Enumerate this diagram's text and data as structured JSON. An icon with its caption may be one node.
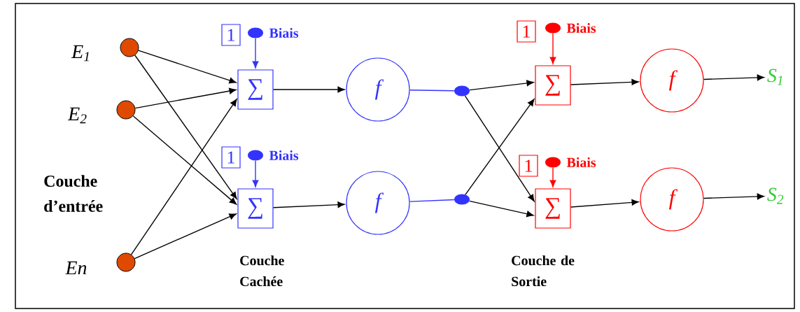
{
  "diagram": {
    "nodes": [
      {
        "text": [],
        "shape": "circle",
        "beside": [
          "E$_{1}$"
        ]
      },
      {
        "text": [
          "1"
        ]
      },
      {
        "text": [],
        "shape": "dot",
        "beside": [
          "Biais"
        ]
      },
      {
        "text": [
          "∑"
        ]
      },
      {
        "text": [
          "f"
        ]
      },
      {
        "text": [],
        "shape": "dot"
      },
      {
        "text": [
          "1"
        ]
      },
      {
        "text": [],
        "shape": "dot",
        "beside": [
          "Biais"
        ]
      },
      {
        "text": [
          "∑"
        ]
      },
      {
        "text": [
          "f"
        ]
      },
      {
        "text": [
          "S$_{1}$"
        ]
      },
      {
        "text": [],
        "shape": "circle",
        "beside": [
          "E$_{2}$"
        ]
      },
      {
        "text": [
          "1"
        ]
      },
      {
        "text": [],
        "shape": "dot",
        "beside": [
          "Biais"
        ]
      },
      {
        "text": [
          "∑"
        ]
      },
      {
        "text": [
          "f"
        ]
      },
      {
        "text": [],
        "shape": "dot"
      },
      {
        "text": [
          "1"
        ]
      },
      {
        "text": [],
        "shape": "dot",
        "beside": [
          "Biais"
        ]
      },
      {
        "text": [
          "∑"
        ]
      },
      {
        "text": [
          "f"
        ]
      },
      {
        "text": [
          "S$_{2}$"
        ]
      },
      {
        "text": [],
        "shape": "circle",
        "beside": [
          "En"
        ]
      }
    ],
    "edges": [
      {
        "from": 0,
        "to": 3,
        "arrow": "to"
      },
      {
        "from": 0,
        "to": 14,
        "arrow": "to"
      },
      {
        "from": 11,
        "to": 3,
        "arrow": "to"
      },
      {
        "from": 11,
        "to": 14,
        "arrow": "to"
      },
      {
        "from": 22,
        "to": 3,
        "arrow": "to"
      },
      {
        "from": 22,
        "to": 14,
        "arrow": "to"
      },
      {
        "from": 2,
        "to": 3,
        "arrow": "to",
        "color": "#3333ff"
      },
      {
        "from": 13,
        "to": 14,
        "arrow": "to",
        "color": "#3333ff"
      },
      {
        "from": 3,
        "to": 4,
        "arrow": "to"
      },
      {
        "from": 14,
        "to": 15,
        "arrow": "to"
      },
      {
        "from": 4,
        "to": 5,
        "arrow": "none",
        "color": "#3333ff"
      },
      {
        "from": 15,
        "to": 16,
        "arrow": "none",
        "color": "#3333ff"
      },
      {
        "from": 5,
        "to": 8,
        "arrow": "to"
      },
      {
        "from": 5,
        "to": 19,
        "arrow": "to"
      },
      {
        "from": 16,
        "to": 8,
        "arrow": "to"
      },
      {
        "from": 16,
        "to": 19,
        "arrow": "to"
      },
      {
        "from": 7,
        "to": 8,
        "arrow": "to",
        "color": "#ff0000"
      },
      {
        "from": 18,
        "to": 19,
        "arrow": "to",
        "color": "#ff0000"
      },
      {
        "from": 8,
        "to": 9,
        "arrow": "to"
      },
      {
        "from": 19,
        "to": 20,
        "arrow": "to"
      },
      {
        "from": 9,
        "to": 10,
        "arrow": "to"
      },
      {
        "from": 20,
        "to": 21,
        "arrow": "to"
      }
    ],
    "labels": [
      "Couche d’entrée",
      "Couche Cachée",
      "Couche de Sortie"
    ]
  }
}
